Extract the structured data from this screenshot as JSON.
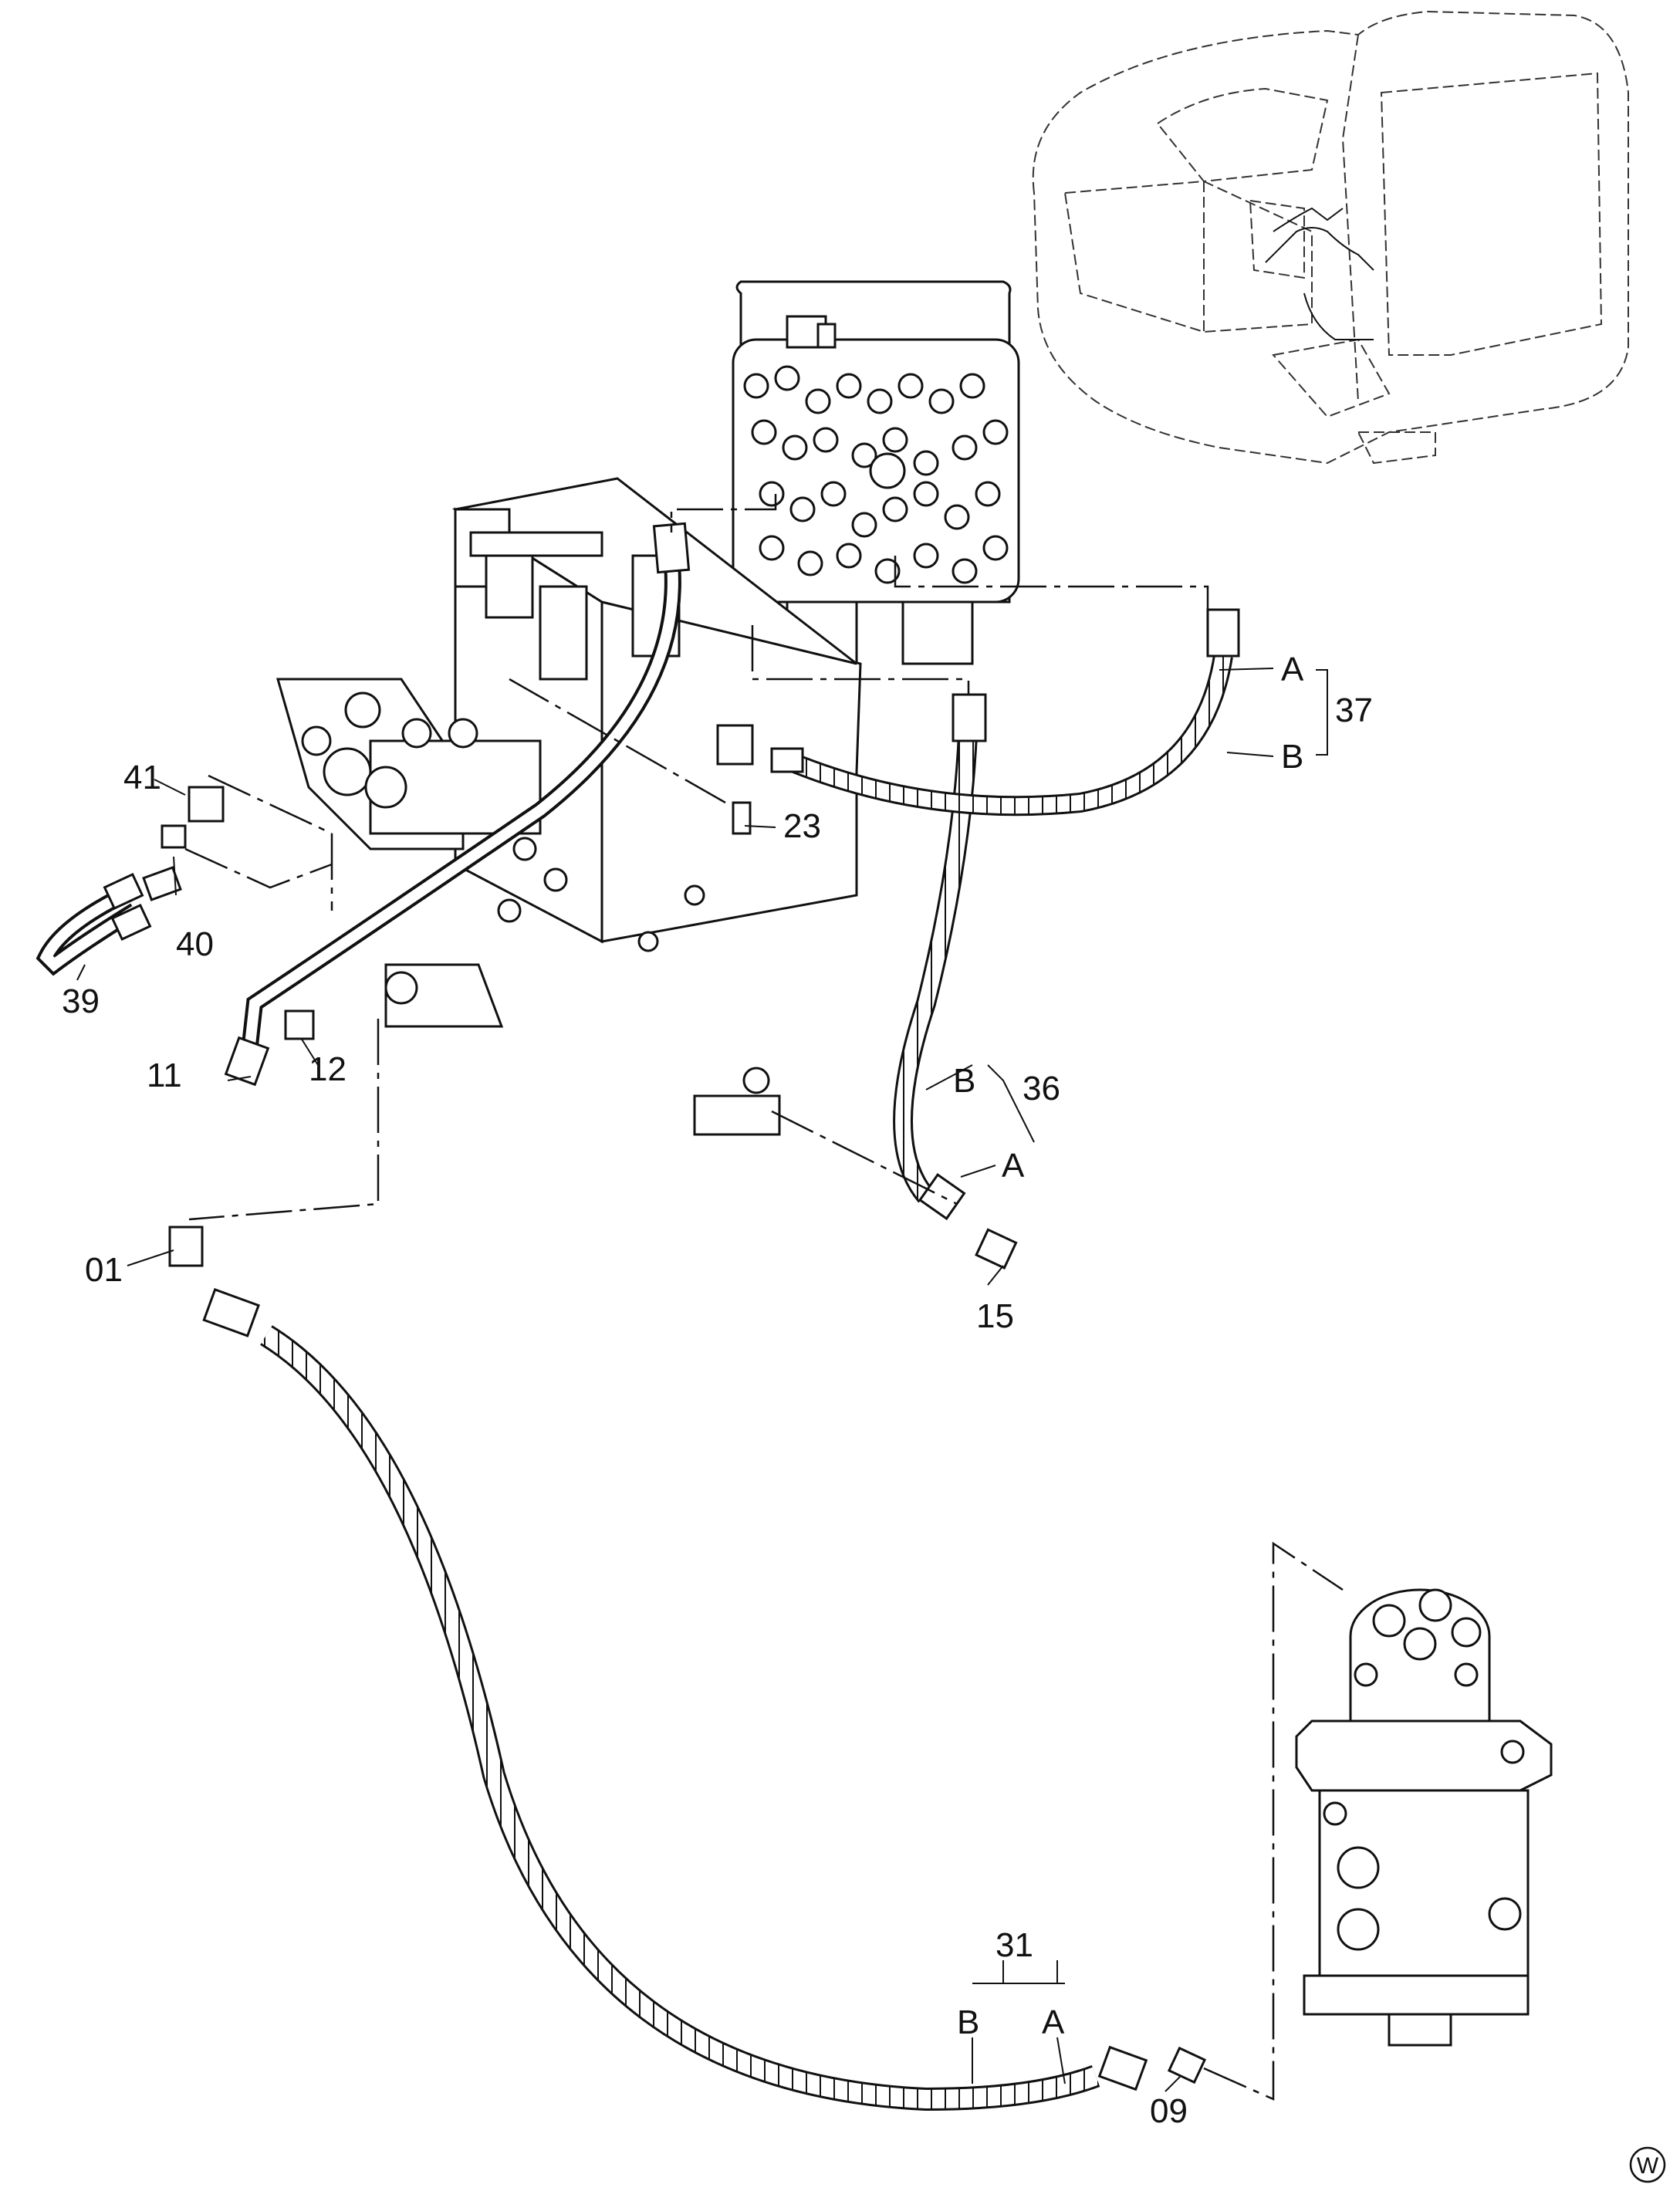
{
  "diagram": {
    "callouts": {
      "p01": "01",
      "p09": "09",
      "p11": "11",
      "p12": "12",
      "p15": "15",
      "p23": "23",
      "p31": "31",
      "p36": "36",
      "p37": "37",
      "p39": "39",
      "p40": "40",
      "p41": "41"
    },
    "hose_ends": {
      "a": "A",
      "b": "B"
    },
    "corner_mark": "W"
  }
}
